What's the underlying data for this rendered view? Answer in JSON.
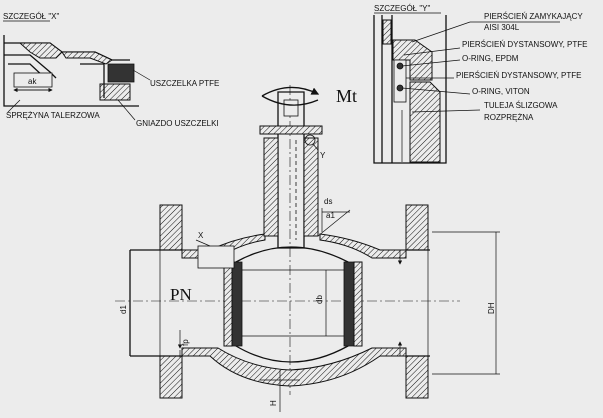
{
  "detail_x": {
    "title": "SZCZEGÓŁ \"X\"",
    "dim_ak": "ak",
    "label_seal": "USZCZELKA PTFE",
    "label_spring": "SPRĘŻYNA TALERZOWA",
    "label_seat": "GNIAZDO USZCZELKI"
  },
  "detail_y": {
    "title": "SZCZEGÓŁ \"Y\"",
    "label_1a": "PIERŚCIEŃ ZAMYKAJĄCY",
    "label_1b": "AISI 304L",
    "label_2": "PIERŚCIEŃ DYSTANSOWY, PTFE",
    "label_3": "O-RING, EPDM",
    "label_4": "PIERŚCIEŃ DYSTANSOWY, PTFE",
    "label_5": "O-RING, VITON",
    "label_6a": "TULEJA ŚLIZGOWA",
    "label_6b": "ROZPRĘŻNA"
  },
  "main": {
    "torque": "Mt",
    "marker_y": "Y",
    "marker_x": "X",
    "dim_ds": "ds",
    "dim_a1": "a1",
    "pressure": "PN",
    "dim_d1": "d1",
    "dim_db": "db",
    "dim_fp": "fp",
    "dim_H": "H",
    "dim_DH": "DH"
  }
}
